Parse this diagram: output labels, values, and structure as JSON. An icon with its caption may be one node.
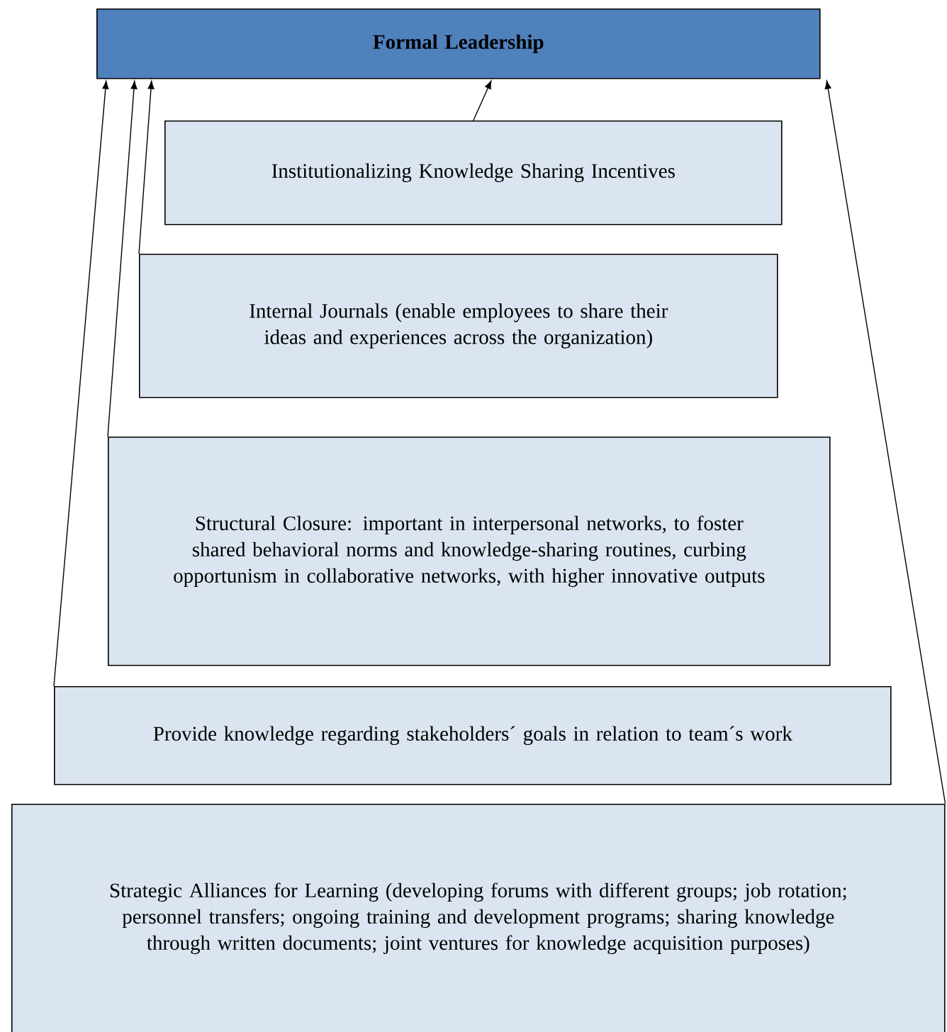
{
  "diagram": {
    "nodes": [
      {
        "text": [
          "Formal Leadership"
        ]
      },
      {
        "text": [
          "Institutionalizing Knowledge Sharing Incentives"
        ]
      },
      {
        "text": [
          "Internal Journals (enable employees to share their ideas and experiences across the organization)"
        ]
      },
      {
        "text": [
          "Structural Closure: important in interpersonal networks, to foster shared behavioral norms and knowledge-sharing routines, curbing opportunism in collaborative networks, with higher innovative outputs"
        ]
      },
      {
        "text": [
          "Provide knowledge regarding stakeholders´ goals in relation to team´s work"
        ]
      },
      {
        "text": [
          "Strategic Alliances for Learning (developing forums with different groups; job rotation; personnel transfers; ongoing training and development programs; sharing knowledge through written documents; joint ventures for knowledge acquisition purposes)"
        ]
      }
    ],
    "edges": [
      {
        "from": 1,
        "to": 0,
        "arrow": "to"
      },
      {
        "from": 2,
        "to": 0,
        "arrow": "to"
      },
      {
        "from": 3,
        "to": 0,
        "arrow": "to"
      },
      {
        "from": 4,
        "to": 0,
        "arrow": "to"
      },
      {
        "from": 5,
        "to": 0,
        "arrow": "to"
      }
    ]
  }
}
